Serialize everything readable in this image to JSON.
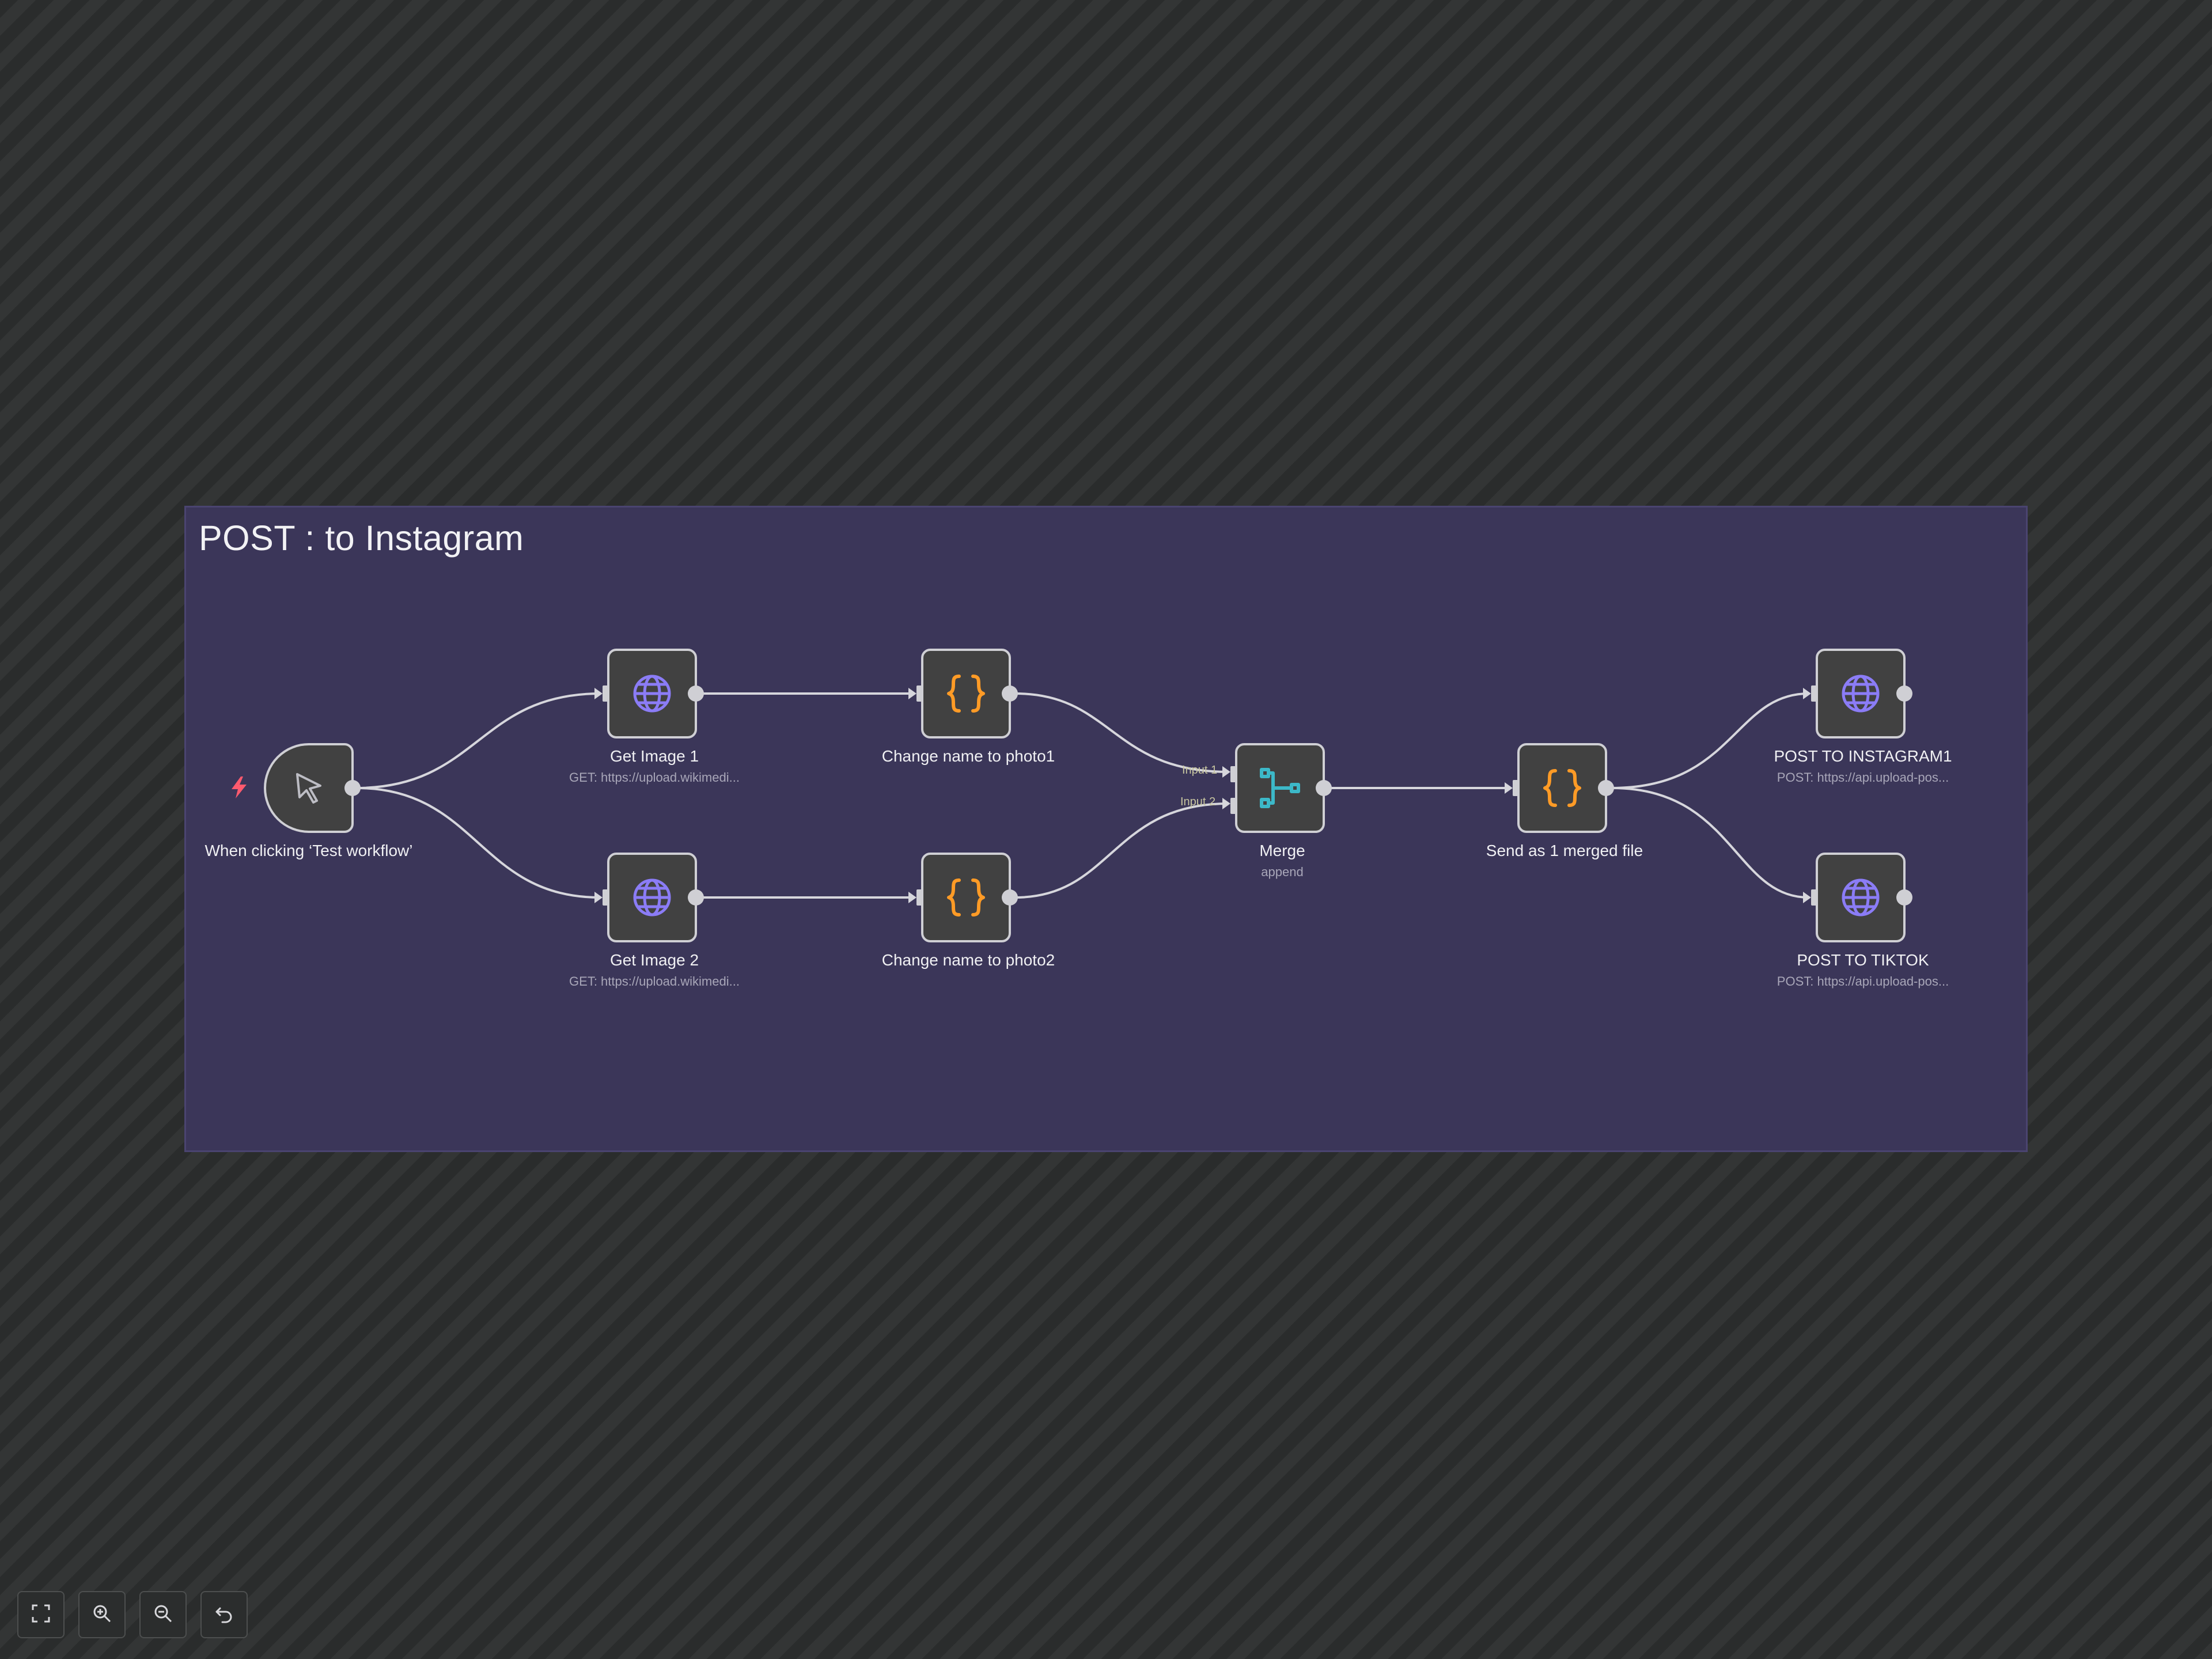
{
  "canvas": {
    "sticky_note_title": "POST : to Instagram"
  },
  "colors": {
    "http_icon": "#8b7cf6",
    "code_icon": "#ff9b26",
    "merge_icon": "#3cb8c8",
    "trigger_bolt": "#ff5a6e",
    "sticky_background": "#3b3659"
  },
  "nodes": {
    "trigger": {
      "label": "When clicking ‘Test workflow’",
      "icon": "cursor-icon"
    },
    "get_image_1": {
      "label": "Get Image 1",
      "subtitle": "GET: https://upload.wikimedi...",
      "icon": "globe-icon"
    },
    "get_image_2": {
      "label": "Get Image 2",
      "subtitle": "GET: https://upload.wikimedi...",
      "icon": "globe-icon"
    },
    "rename_1": {
      "label": "Change name to photo1",
      "icon": "code-braces-icon"
    },
    "rename_2": {
      "label": "Change name to photo2",
      "icon": "code-braces-icon"
    },
    "merge": {
      "label": "Merge",
      "subtitle": "append",
      "input_1": "Input 1",
      "input_2": "Input 2",
      "icon": "merge-icon"
    },
    "send_merged": {
      "label": "Send as 1 merged file",
      "icon": "code-braces-icon"
    },
    "post_instagram": {
      "label": "POST TO INSTAGRAM1",
      "subtitle": "POST: https://api.upload-pos...",
      "icon": "globe-icon"
    },
    "post_tiktok": {
      "label": "POST TO TIKTOK",
      "subtitle": "POST: https://api.upload-pos...",
      "icon": "globe-icon"
    }
  },
  "controls": {
    "fit_view": "fit-view-icon",
    "zoom_in": "zoom-in-icon",
    "zoom_out": "zoom-out-icon",
    "reset_zoom": "undo-icon"
  }
}
